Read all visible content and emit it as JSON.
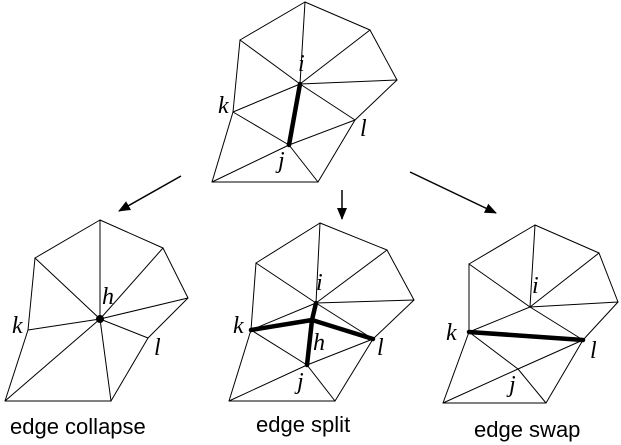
{
  "labels": {
    "i": "i",
    "j": "j",
    "k": "k",
    "l": "l",
    "h": "h"
  },
  "captions": {
    "collapse": "edge collapse",
    "split": "edge split",
    "swap": "edge swap"
  }
}
